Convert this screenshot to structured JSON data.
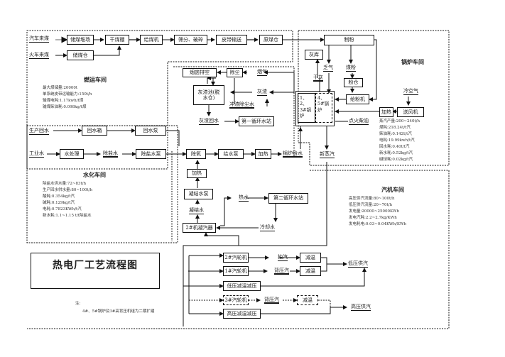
{
  "title": "热电厂工艺流程图",
  "note": {
    "label": "注:",
    "text": "4#、5#锅炉及3#高背压机组为二期扩建"
  },
  "sections": {
    "coal": {
      "title": "燃运车间",
      "stats": [
        "最大煤储量:20000t",
        "单系统皮带运输能力:150t/h",
        "输煤电耗:1.17kwh/t煤",
        "输煤柴油耗:0.098kg/t煤"
      ]
    },
    "boiler": {
      "title": "锅炉车间",
      "stats": [
        "蒸汽产量:200~240t/h",
        "煤耗:218.24t/t汽",
        "柴油耗:0.142t/t汽",
        "电耗:19.99kwh/t汽",
        "回水耗:0.40t/t汽",
        "新水耗:0.52kg/t汽",
        "碱球耗:0.02kg/t汽"
      ]
    },
    "water": {
      "title": "水化车间",
      "stats": [
        "除盐水供水量:72~83t/h",
        "生产回水供水量:80~100t/h",
        "酸耗:0.354kg/t汽",
        "碱耗:0.129kg/t汽",
        "电耗:0.7823KWh/t汽",
        "新水耗:1.1~1.15 t/t除盐水"
      ]
    },
    "turbine": {
      "title": "汽机车间",
      "stats": [
        "高压供汽流量:80~100t/h",
        "低压供汽流量:20~70t/h",
        "发电量:20000~25000KWh",
        "发电汽耗:2.2~2.7kg/KWh",
        "发电耗电:0.03~0.04KWh/KWh"
      ]
    }
  },
  "nodes": {
    "car_coal": "汽车来煤",
    "train_coal": "火车来煤",
    "coal_yard": "储煤堆场",
    "coal_bin": "储煤仓",
    "dry_shed": "干煤棚",
    "feeder": "给煤机",
    "screen_crush": "筛分、破碎",
    "belt": "皮带输送",
    "raw_bin": "原煤仓",
    "pulverize": "制粉",
    "ash_store": "灰库",
    "dry_ash": "干灰",
    "excess_air": "乏气",
    "coal_powder": "煤粉",
    "powder_bin": "粉仓",
    "powder_feeder": "给粉机",
    "cold_air": "冷空气",
    "fan": "送风机",
    "heat_air": "加热",
    "ignition_oil": "点火柴油",
    "boiler_123": "1、2、3#锅炉",
    "boiler_45": "4、5#锅炉",
    "chimney": "烟囱排空",
    "dust": "除尘",
    "flue_gas": "烟气",
    "slag_pool": "灰渣池(脱水仓)",
    "slag": "灰渣",
    "flush_water": "冲渣除尘水",
    "slag_return": "灰渣回水",
    "cycle1": "第一循环水站",
    "prod_return": "生产回水",
    "return_tank": "回水箱",
    "return_pump": "回水泵",
    "industrial_water": "工业水",
    "water_treat": "水处理",
    "desalt_water": "除盐水",
    "desalt_pump": "除盐水泵",
    "deaerate": "除氧",
    "feed_pump": "给水泵",
    "heat1": "加热",
    "boiler_feed": "锅炉给水",
    "new_steam": "新蒸汽",
    "heat2": "加热",
    "cond_pump": "凝结水泵",
    "condensate": "凝结水",
    "hot_water": "热水",
    "cycle2": "第二循环水站",
    "condenser": "2#机凝汽器",
    "cool_water": "冷却水",
    "turbine2": "2#汽轮机",
    "extract": "抽汽",
    "desup1": "减温",
    "turbine1": "1#汽轮机",
    "back_pressure1": "背压汽",
    "desup2": "减温",
    "low_supply": "低压供汽",
    "lp_reducer": "低压减温减压",
    "turbine3": "3#汽轮机",
    "back_pressure3": "背压汽",
    "desup3": "减温",
    "high_supply": "高压供汽",
    "hp_reducer": "高压减温减压"
  }
}
